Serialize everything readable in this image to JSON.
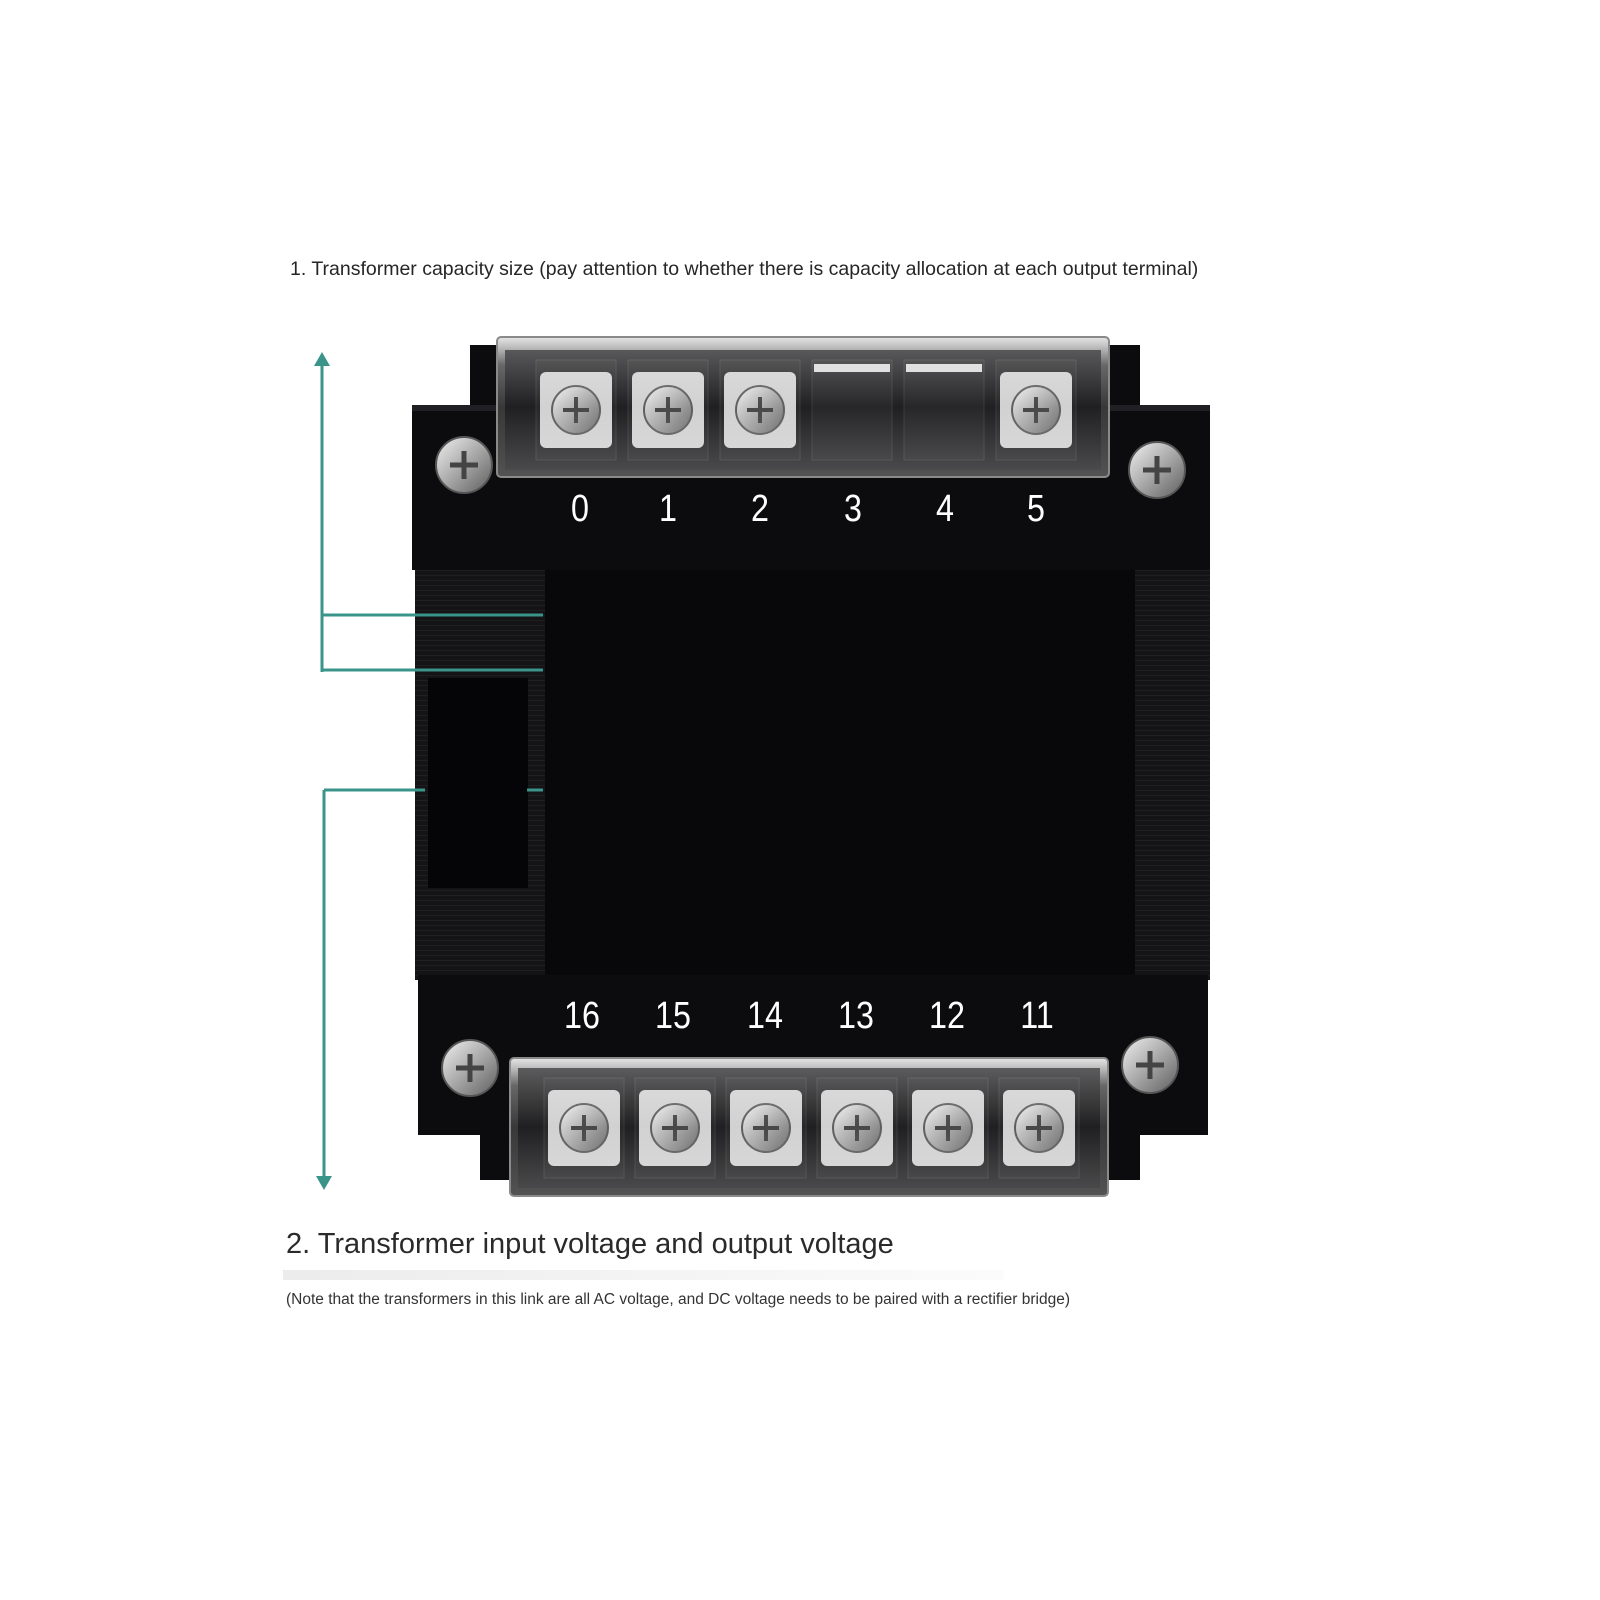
{
  "captions": {
    "capacity": "1. Transformer capacity size (pay attention to whether there is capacity allocation at each output terminal)",
    "voltage": "2. Transformer input voltage and output voltage",
    "note": "(Note that the transformers in this link are all AC voltage, and DC voltage needs to be paired with a rectifier bridge)"
  },
  "terminals": {
    "top": [
      "0",
      "1",
      "2",
      "3",
      "4",
      "5"
    ],
    "bottom": [
      "16",
      "15",
      "14",
      "13",
      "12",
      "11"
    ]
  },
  "colors": {
    "indicator_lines": "#3a948a",
    "transformer_body": "#0d0d0f"
  }
}
